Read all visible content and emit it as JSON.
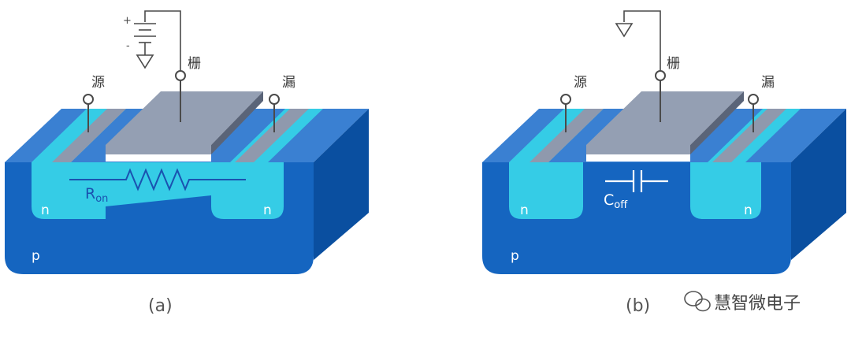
{
  "panels": [
    {
      "caption": "(a)",
      "labels": {
        "gate": "栅",
        "source": "源",
        "drain": "漏",
        "n_left": "n",
        "n_right": "n",
        "p": "p"
      },
      "component": {
        "main": "R",
        "sub": "on"
      },
      "gate_bias": {
        "plus": "+",
        "minus": "-"
      }
    },
    {
      "caption": "(b)",
      "labels": {
        "gate": "栅",
        "source": "源",
        "drain": "漏",
        "n_left": "n",
        "n_right": "n",
        "p": "p"
      },
      "component": {
        "main": "C",
        "sub": "off"
      }
    }
  ],
  "watermark": {
    "text": "慧智微电子"
  },
  "colors": {
    "substrate_front": "#1565c0",
    "substrate_top": "#3a80d2",
    "substrate_side": "#0a4fa0",
    "n_region": "#35cce6",
    "gate_metal": "#949fb3",
    "gate_dark": "#5a6478",
    "electrode": "#8f99ad",
    "oxide": "#ffffff"
  }
}
